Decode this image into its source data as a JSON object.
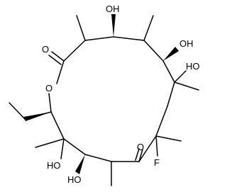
{
  "colors": {
    "bond": "#000000",
    "label": "#000000",
    "background": "#ffffff"
  },
  "atoms": {
    "oh_top": "OH",
    "oh_right_upper": "OH",
    "oh_right": "HO",
    "oh_bottom_left": "HO",
    "oh_bottom": "HO",
    "fluorine": "F",
    "ring_oxygen": "O",
    "carbonyl_o_left": "O",
    "carbonyl_o_bottom": "O"
  }
}
